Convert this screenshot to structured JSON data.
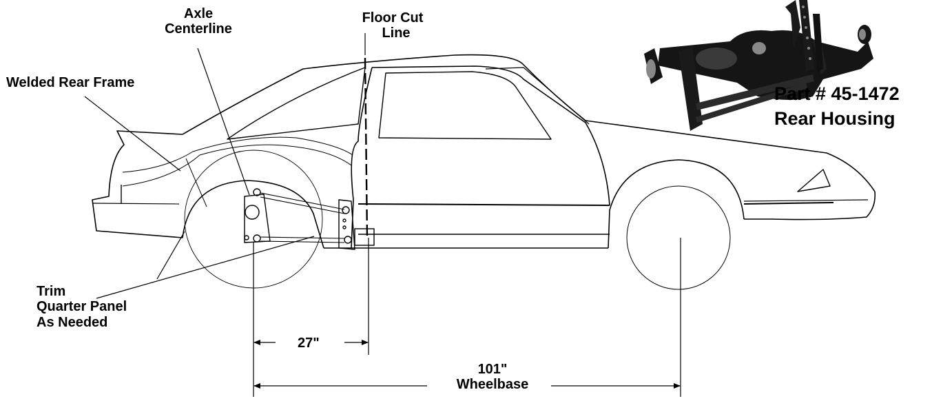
{
  "labels": {
    "axle_centerline": [
      "Axle",
      "Centerline"
    ],
    "floor_cut_line": [
      "Floor Cut",
      "Line"
    ],
    "welded_rear_frame": "Welded Rear Frame",
    "part_number": "Part # 45-1472",
    "part_name": "Rear Housing",
    "trim_panel": [
      "Trim",
      "Quarter Panel",
      "As Needed"
    ],
    "dim_27": "27\"",
    "dim_101": "101\"",
    "wheelbase": "Wheelbase"
  },
  "colors": {
    "ink": "#000000",
    "part_black": "#151515",
    "part_gray": "#888888"
  }
}
